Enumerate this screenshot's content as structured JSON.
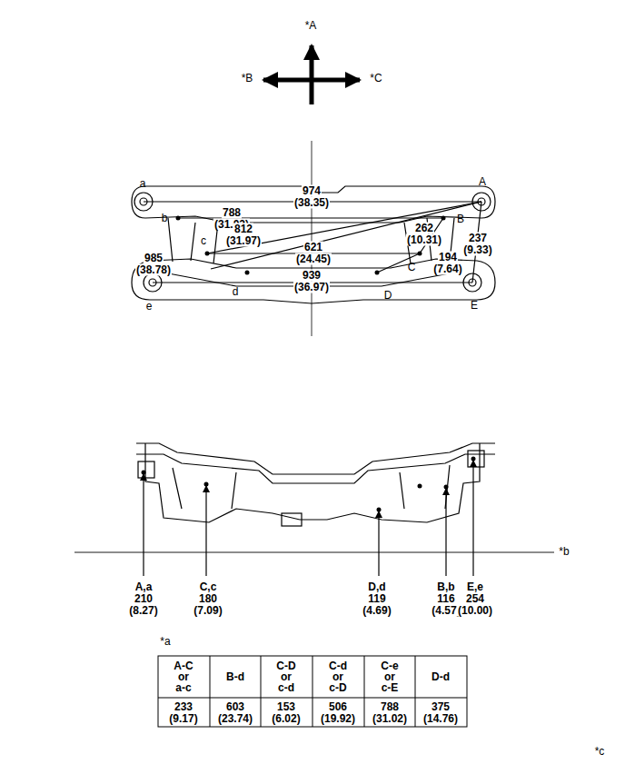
{
  "diagram": {
    "labels": [
      "*A",
      "*B",
      "*C",
      "a",
      "A",
      "974",
      "(38.35)",
      "788",
      "(31.02)",
      "b",
      "B",
      "812",
      "(31.97)",
      "262",
      "(10.31)",
      "c",
      "985",
      "(38.78)",
      "621",
      "(24.45)",
      "237",
      "(9.33)",
      "194",
      "(7.64)",
      "C",
      "939",
      "(36.97)",
      "d",
      "D",
      "e",
      "E",
      "*b",
      "A,a",
      "210",
      "(8.27)",
      "C,c",
      "180",
      "(7.09)",
      "D,d",
      "119",
      "(4.69)",
      "B,b",
      "116",
      "(4.57)",
      "E,e",
      "254",
      "(10.00)",
      "*a",
      "A-C",
      "or",
      "a-c",
      "B-d",
      "C-D",
      "or",
      "c-d",
      "C-d",
      "or",
      "c-D",
      "C-e",
      "or",
      "c-E",
      "D-d",
      "233",
      "(9.17)",
      "603",
      "(23.74)",
      "153",
      "(6.02)",
      "506",
      "(19.92)",
      "788",
      "(31.02)",
      "375",
      "(14.76)",
      "*c"
    ]
  }
}
